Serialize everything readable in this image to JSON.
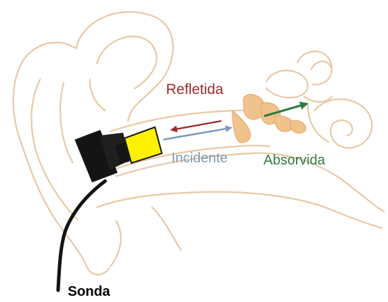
{
  "labels": {
    "reflected": "Refletida",
    "incident": "Incidente",
    "absorbed": "Absorvida",
    "probe": "Sonda"
  },
  "colors": {
    "anatomy_outline": "#e8c9a3",
    "ossicles": "#f0c28c",
    "probe_body": "#141414",
    "probe_tip": "#fff200",
    "reflected": "#9b2a2a",
    "incident": "#7d9cb8",
    "absorbed": "#2e7a3e",
    "probe_label": "#000000"
  }
}
